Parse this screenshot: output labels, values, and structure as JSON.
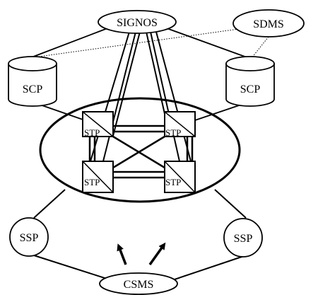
{
  "nodes": {
    "signos": "SIGNOS",
    "sdms": "SDMS",
    "scp_left": "SCP",
    "scp_right": "SCP",
    "stp_top_left": "STP",
    "stp_top_right": "STP",
    "stp_bottom_left": "STP",
    "stp_bottom_right": "STP",
    "ssp_left": "SSP",
    "ssp_right": "SSP",
    "csms": "CSMS"
  },
  "colors": {
    "ink": "#000000",
    "background": "#ffffff"
  }
}
